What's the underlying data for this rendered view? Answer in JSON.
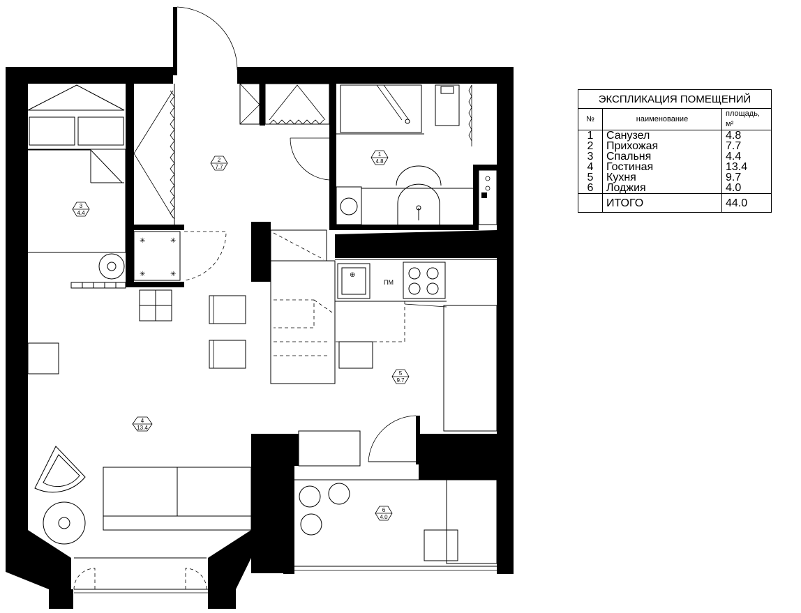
{
  "rooms": [
    {
      "num": "1",
      "area": "4.8"
    },
    {
      "num": "2",
      "area": "7.7"
    },
    {
      "num": "3",
      "area": "4.4"
    },
    {
      "num": "4",
      "area": "13.4"
    },
    {
      "num": "5",
      "area": "9.7"
    },
    {
      "num": "6",
      "area": "4.0"
    }
  ],
  "appliance_label": "ПМ",
  "legend": {
    "title": "ЭКСПЛИКАЦИЯ ПОМЕЩЕНИЙ",
    "col_num": "№",
    "col_name": "наименование",
    "col_area": "площадь, м²",
    "rows": [
      {
        "num": "1",
        "name": "Санузел",
        "area": "4.8"
      },
      {
        "num": "2",
        "name": "Прихожая",
        "area": "7.7"
      },
      {
        "num": "3",
        "name": "Спальня",
        "area": "4.4"
      },
      {
        "num": "4",
        "name": "Гостиная",
        "area": "13.4"
      },
      {
        "num": "5",
        "name": "Кухня",
        "area": "9.7"
      },
      {
        "num": "6",
        "name": "Лоджия",
        "area": "4.0"
      }
    ],
    "total_label": "ИТОГО",
    "total_area": "44.0"
  }
}
